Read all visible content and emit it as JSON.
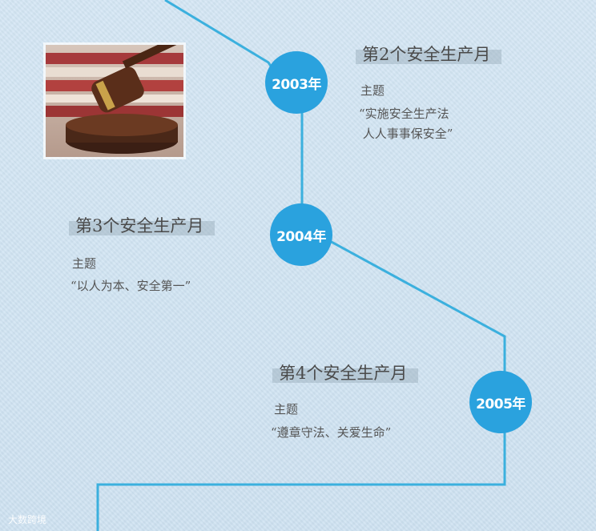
{
  "timeline": [
    {
      "year": "2003年",
      "heading": "第2个安全生产月",
      "label": "主题",
      "quote": "“实施安全生产法\n 人人事事保安全”"
    },
    {
      "year": "2004年",
      "heading": "第3个安全生产月",
      "label": "主题",
      "quote": "“以人为本、安全第一”"
    },
    {
      "year": "2005年",
      "heading": "第4个安全生产月",
      "label": "主题",
      "quote": "“遵章守法、关爱生命”"
    }
  ],
  "watermark": "大数跨境",
  "colors": {
    "accent": "#2aa2de",
    "line": "#3bb0de",
    "background": "#cfe3f2"
  },
  "photo_icon": "gavel-icon"
}
